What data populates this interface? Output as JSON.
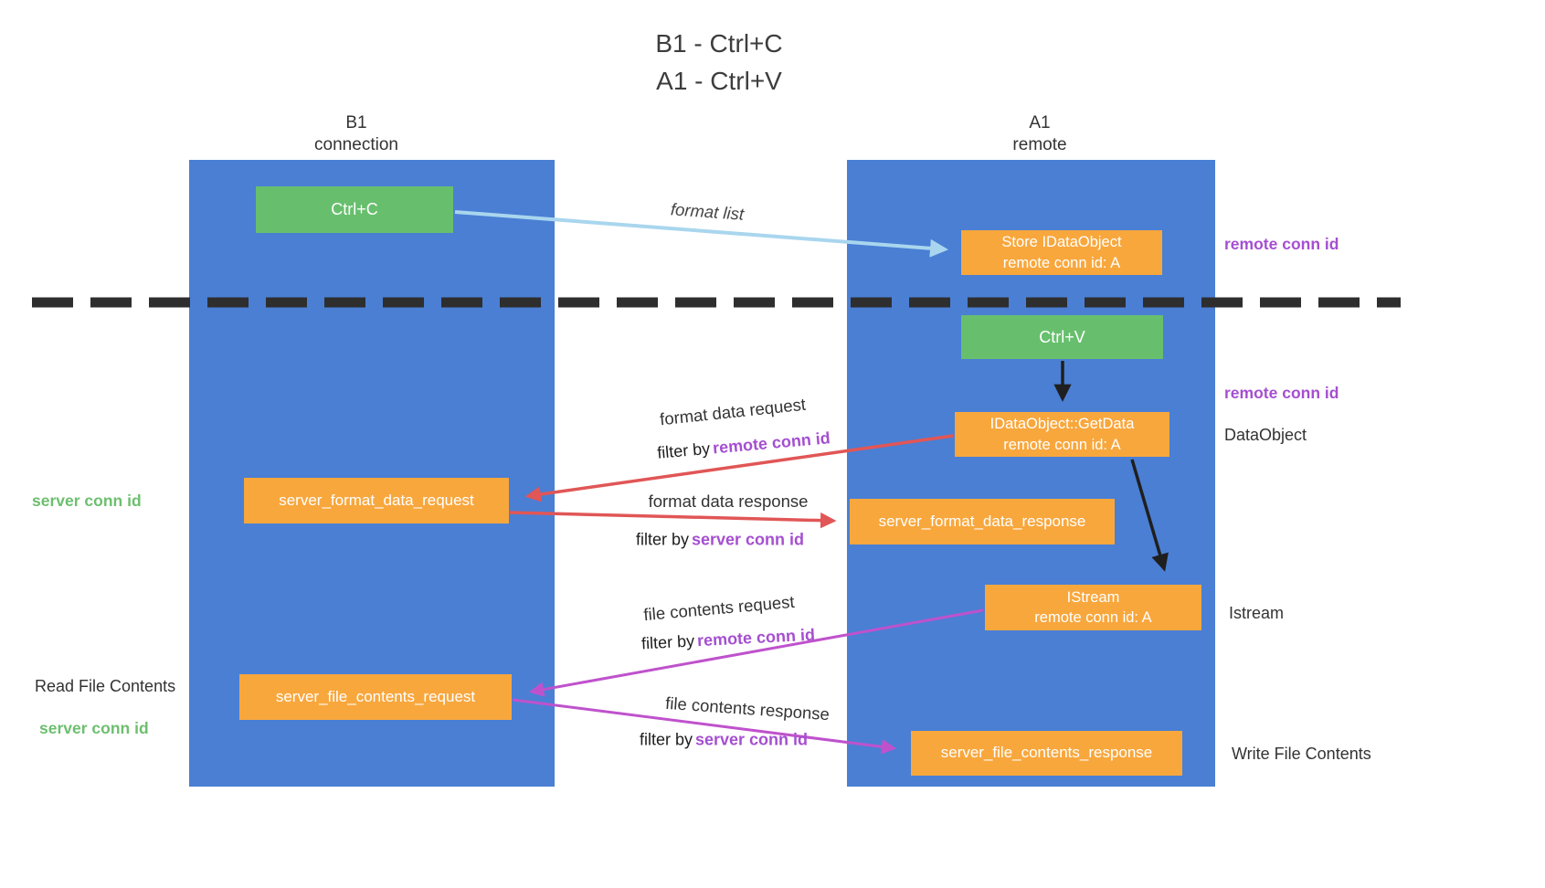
{
  "title": {
    "line1": "B1 - Ctrl+C",
    "line2": "A1 - Ctrl+V"
  },
  "lanes": {
    "left": {
      "name": "B1",
      "subtitle": "connection"
    },
    "right": {
      "name": "A1",
      "subtitle": "remote"
    }
  },
  "nodes": {
    "ctrl_c": {
      "label": "Ctrl+C"
    },
    "store_idataobject": {
      "line1": "Store IDataObject",
      "line2": "remote conn id: A"
    },
    "ctrl_v": {
      "label": "Ctrl+V"
    },
    "getdata": {
      "line1": "IDataObject::GetData",
      "line2": "remote conn id: A"
    },
    "server_format_data_request": {
      "label": "server_format_data_request"
    },
    "server_format_data_response": {
      "label": "server_format_data_response"
    },
    "istream": {
      "line1": "IStream",
      "line2": "remote conn id: A"
    },
    "server_file_contents_request": {
      "label": "server_file_contents_request"
    },
    "server_file_contents_response": {
      "label": "server_file_contents_response"
    }
  },
  "side_labels": {
    "remote_conn_id_top": "remote conn id",
    "remote_conn_id_mid": "remote conn id",
    "dataobject": "DataObject",
    "istream": "Istream",
    "write_file_contents": "Write File Contents",
    "read_file_contents": "Read File Contents",
    "server_conn_id_top": "server conn id",
    "server_conn_id_bottom": "server conn id"
  },
  "arrow_labels": {
    "format_list": "format list",
    "format_data_request": "format data request",
    "format_data_response": "format data response",
    "file_contents_request": "file contents request",
    "file_contents_response": "file contents response",
    "filter_by": "filter by",
    "remote_conn_id": "remote conn id",
    "server_conn_id": "server conn id"
  },
  "colors": {
    "lane_blue": "#4a7fd4",
    "green_box": "#67bf6d",
    "orange_box": "#f8a73d",
    "arrow_light_blue": "#a9d6ee",
    "arrow_black": "#1f1f1f",
    "arrow_red": "#e15656",
    "arrow_magenta": "#bf52cc",
    "purple_text": "#a54fd0",
    "green_text": "#6dbf6f",
    "dashed_line": "#2e2e2e"
  }
}
